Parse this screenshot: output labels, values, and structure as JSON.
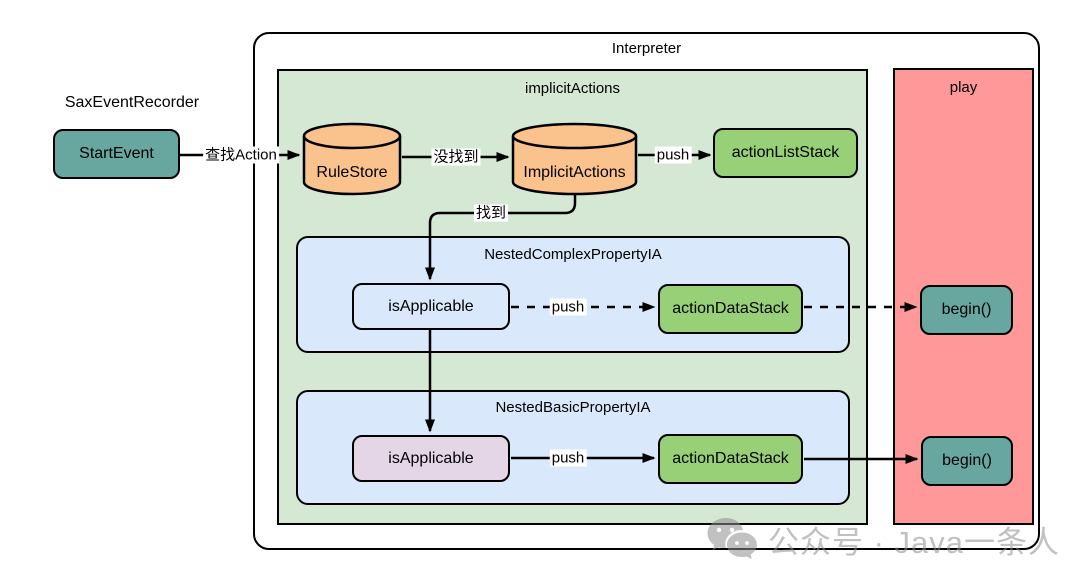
{
  "diagram": {
    "sax_label": "SaxEventRecorder",
    "interpreter_title": "Interpreter",
    "implicit_actions_title": "implicitActions",
    "play_title": "play",
    "nested_complex_title": "NestedComplexPropertyIA",
    "nested_basic_title": "NestedBasicPropertyIA",
    "nodes": {
      "start_event": "StartEvent",
      "rule_store": "RuleStore",
      "implicit_actions_store": "ImplicitActions",
      "action_list_stack": "actionListStack",
      "is_applicable_complex": "isApplicable",
      "action_data_stack_complex": "actionDataStack",
      "begin_complex": "begin()",
      "is_applicable_basic": "isApplicable",
      "action_data_stack_basic": "actionDataStack",
      "begin_basic": "begin()"
    },
    "edges": {
      "find_action": "查找Action",
      "not_found": "没找到",
      "push_list": "push",
      "found": "找到",
      "push_complex": "push",
      "push_basic": "push"
    },
    "watermark_text": "公众号 · Java一条人"
  },
  "colors": {
    "teal": "#67a79f",
    "orange": "#fac28c",
    "green": "#97d077",
    "light_green": "#d5e8d4",
    "light_blue": "#dae8fc",
    "purple": "#e4d6e7",
    "red": "#ff9898"
  }
}
